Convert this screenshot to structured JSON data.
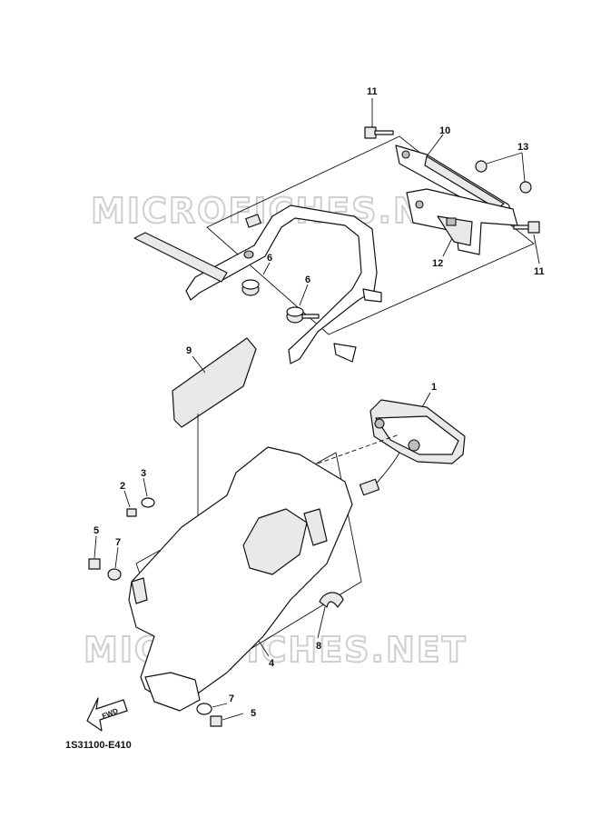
{
  "diagram_code": "1S31100-E410",
  "watermark": "MICROFICHES.NET",
  "fwd_label": "FWD",
  "callouts": {
    "c11a": "11",
    "c10": "10",
    "c13": "13",
    "c12": "12",
    "c11b": "11",
    "c6a": "6",
    "c6b": "6",
    "c9": "9",
    "c1": "1",
    "c2": "2",
    "c3": "3",
    "c5a": "5",
    "c7a": "7",
    "c8": "8",
    "c4": "4",
    "c7b": "7",
    "c5b": "5"
  }
}
